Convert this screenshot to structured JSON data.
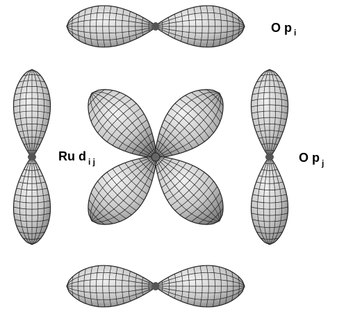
{
  "labels": {
    "o_pi": {
      "main": "O p",
      "sub": "i"
    },
    "ru_dij": {
      "main": "Ru d",
      "sub": "i j"
    },
    "o_pj": {
      "main": "O p",
      "sub": "j"
    }
  },
  "colors": {
    "background": "#ffffff",
    "lobe_fill": "#c9c9c9",
    "lobe_shade": "#7d7d7d",
    "mesh_line": "#222222"
  }
}
